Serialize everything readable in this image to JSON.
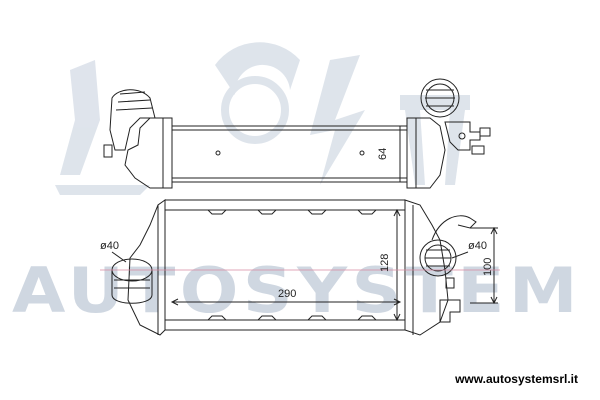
{
  "watermark": {
    "text": "AUTOSYSTEM",
    "color": "#a9b7c9"
  },
  "dimensions": {
    "core_thickness": "64",
    "core_height": "128",
    "core_width": "290",
    "inlet_diameter_left": "ø40",
    "inlet_diameter_right": "ø40",
    "outlet_offset": "100"
  },
  "footer": {
    "website": "www.autosystemsrl.it"
  },
  "colors": {
    "line": "#222222",
    "pink_line": "#d98aa0"
  }
}
